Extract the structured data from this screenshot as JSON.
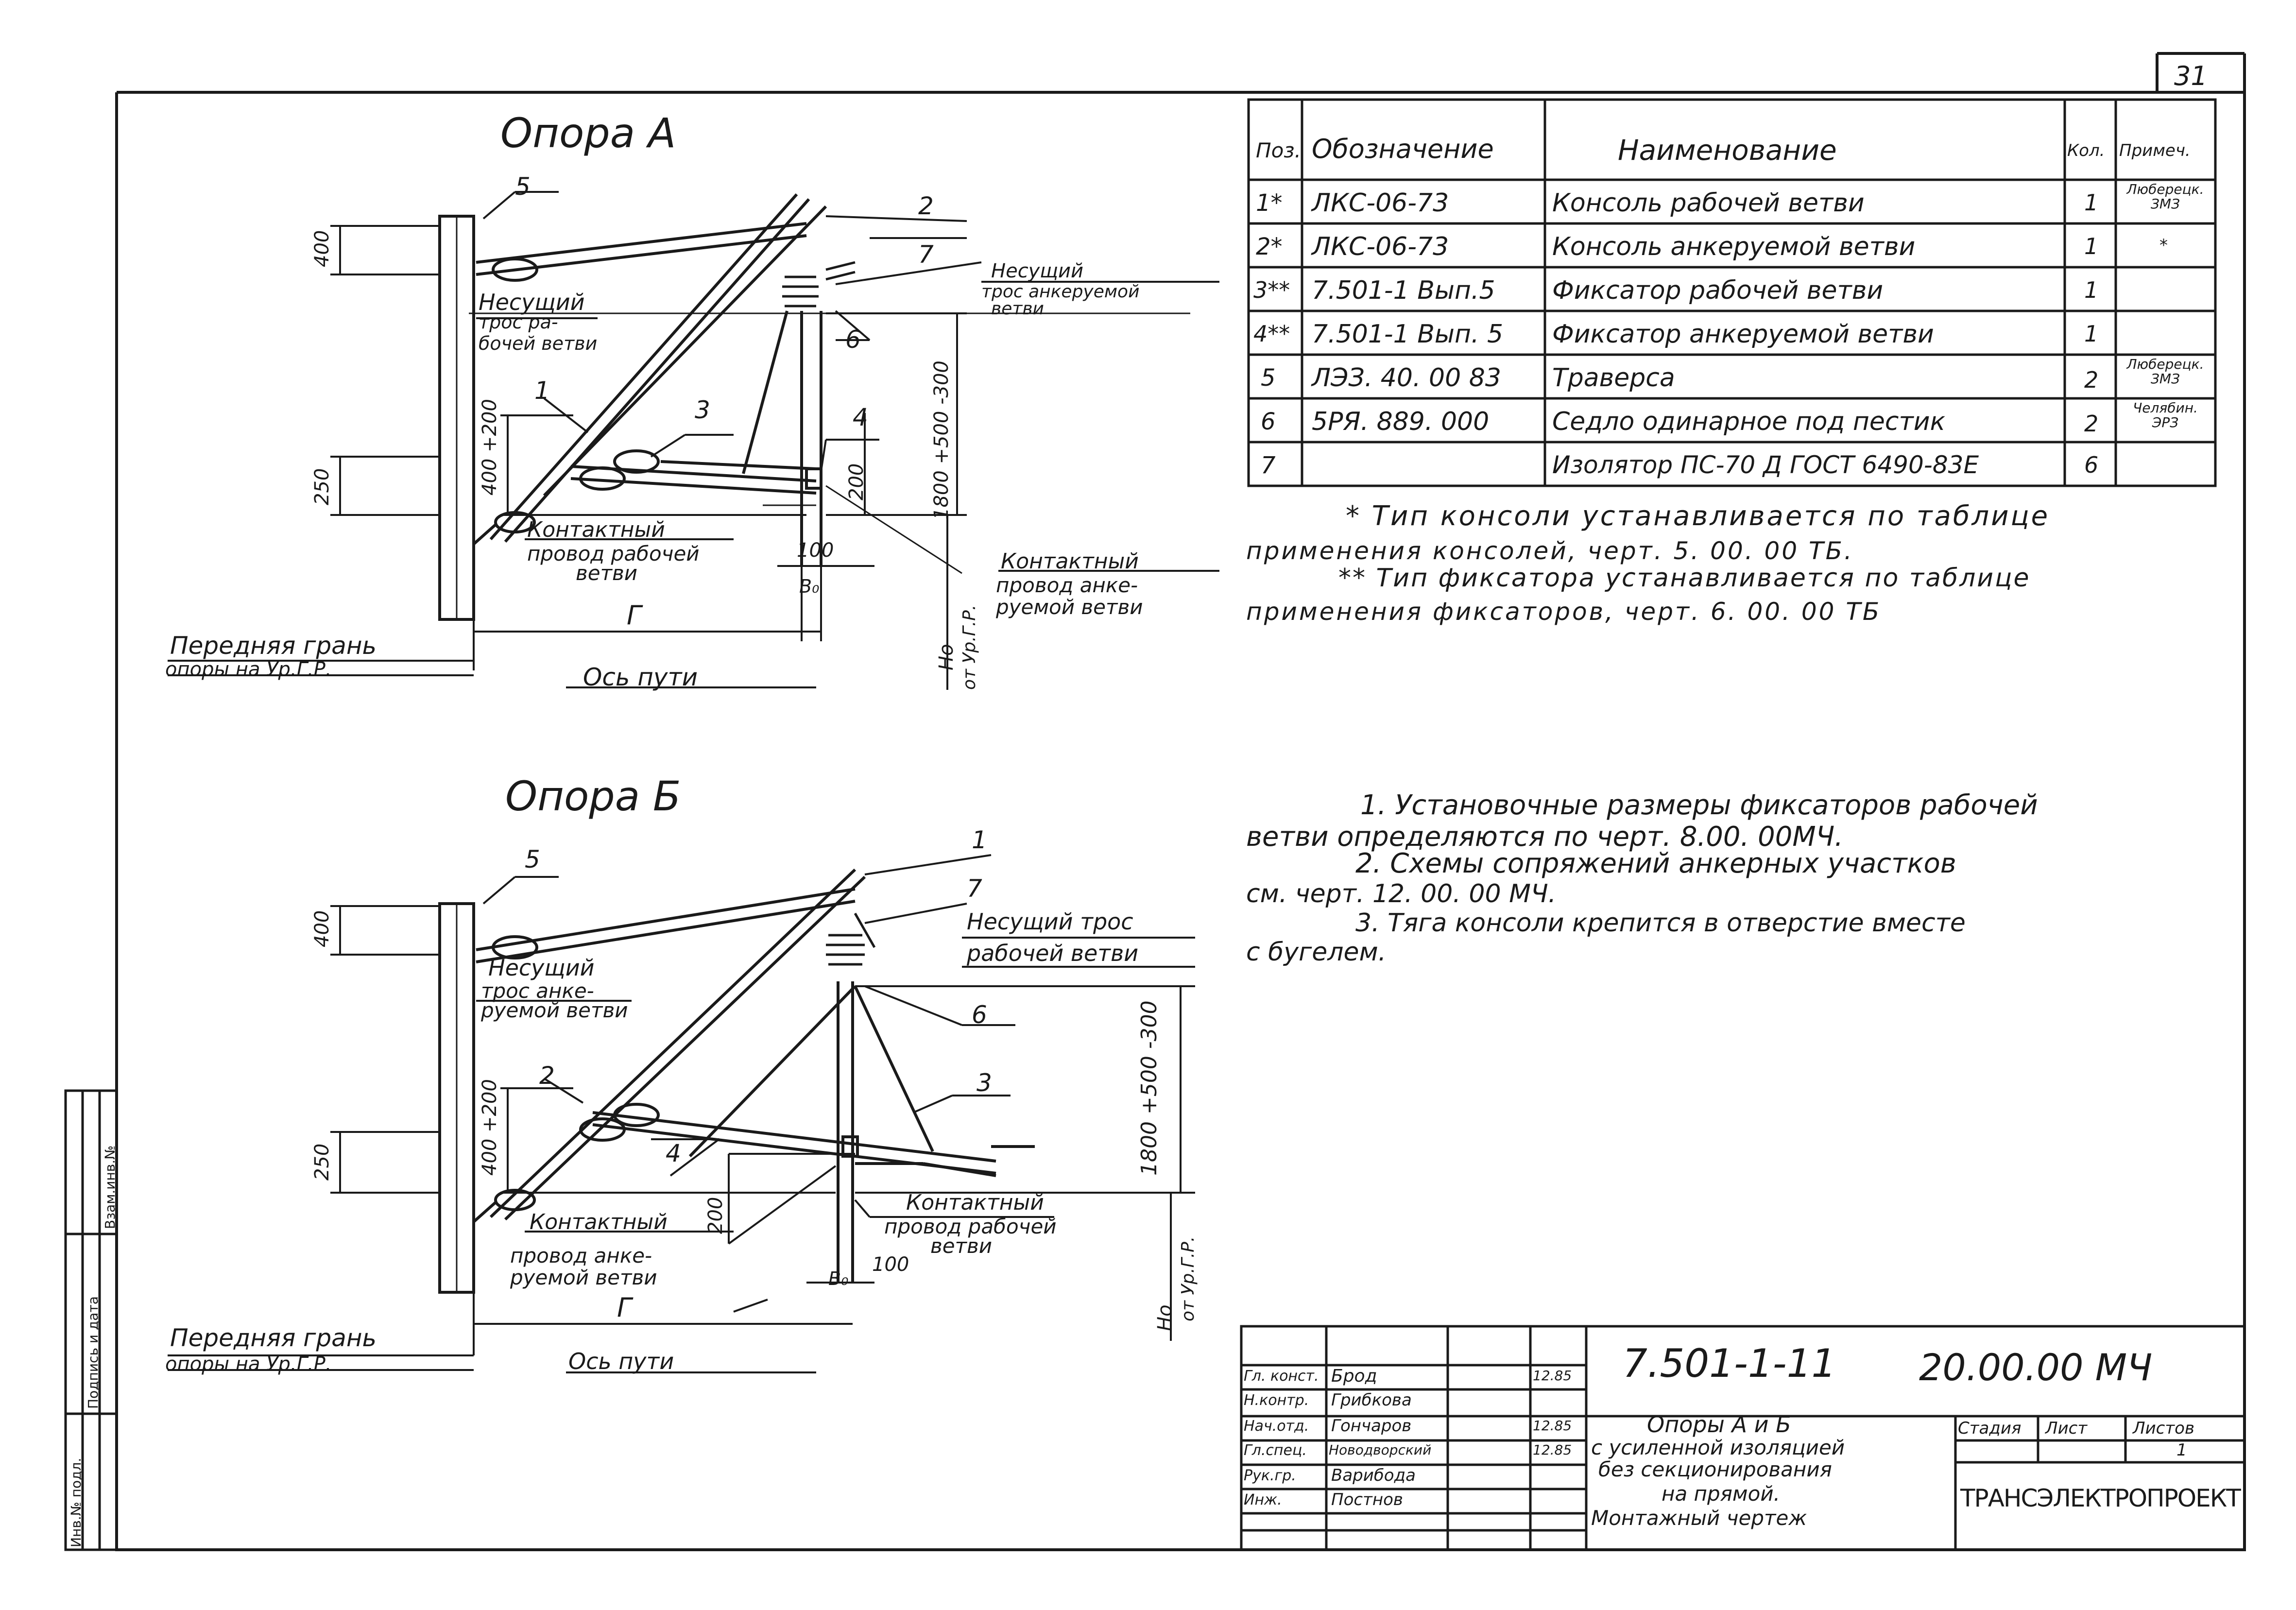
{
  "sheet": {
    "number": "31",
    "title_a": "Опора А",
    "title_b": "Опора Б"
  },
  "spec_table": {
    "headers": {
      "pos": "Поз.",
      "designation": "Обозначение",
      "name": "Наименование",
      "qty": "Кол.",
      "note": "Примеч."
    },
    "rows": [
      {
        "pos": "1*",
        "designation": "ЛКС-06-73",
        "name": "Консоль рабочей ветви",
        "qty": "1",
        "note": "Люберецк. ЗМЗ"
      },
      {
        "pos": "2*",
        "designation": "ЛКС-06-73",
        "name": "Консоль анкеруемой ветви",
        "qty": "1",
        "note": "*"
      },
      {
        "pos": "3**",
        "designation": "7.501-1 Вып.5",
        "name": "Фиксатор рабочей ветви",
        "qty": "1",
        "note": ""
      },
      {
        "pos": "4**",
        "designation": "7.501-1 Вып. 5",
        "name": "Фиксатор анкеруемой ветви",
        "qty": "1",
        "note": ""
      },
      {
        "pos": "5",
        "designation": "ЛЭЗ. 40. 00 83",
        "name": "Траверса",
        "qty": "2",
        "note": "Люберецк. ЗМЗ"
      },
      {
        "pos": "6",
        "designation": "5РЯ. 889. 000",
        "name": "Седло одинарное под пестик",
        "qty": "2",
        "note": "Челябин. ЭРЗ"
      },
      {
        "pos": "7",
        "designation": "",
        "name": "Изолятор ПС-70 Д ГОСТ 6490-83Е",
        "qty": "6",
        "note": ""
      }
    ]
  },
  "footnotes": {
    "fn1_line1": "* Тип консоли устанавливается по таблице",
    "fn1_line2": "применения консолей, черт. 5. 00. 00 ТБ.",
    "fn2_line1": "** Тип фиксатора устанавливается по таблице",
    "fn2_line2": "применения фиксаторов, черт. 6. 00. 00 ТБ"
  },
  "notes": {
    "n1_line1": "1. Установочные размеры фиксаторов рабочей",
    "n1_line2": "ветви определяются по черт. 8.00. 00МЧ.",
    "n2_line1": "2. Схемы сопряжений анкерных участков",
    "n2_line2": "см. черт. 12. 00. 00 МЧ.",
    "n3_line1": "3. Тяга консоли крепится в отверстие вместе",
    "n3_line2": "с бугелем."
  },
  "drawing_a": {
    "dim_400": "400",
    "dim_250": "250",
    "dim_400_200": "400 +200",
    "dim_200": "200",
    "dim_100": "100",
    "dim_1800": "1800 +500 -300",
    "dim_g": "Г",
    "dim_b0": "В₀",
    "dim_ho": "Hо",
    "dim_from": "от Ур.Г.Р.",
    "callout_1": "1",
    "callout_2": "2",
    "callout_3": "3",
    "callout_4": "4",
    "callout_5": "5",
    "callout_6": "6",
    "callout_7": "7",
    "label_carrier_work_1": "Несущий",
    "label_carrier_work_2": "трос ра-",
    "label_carrier_work_3": "бочей ветви",
    "label_carrier_anchor_1": "Несущий",
    "label_carrier_anchor_2": "трос анкеруемой",
    "label_carrier_anchor_3": "ветви",
    "label_contact_work_1": "Контактный",
    "label_contact_work_2": "провод рабочей",
    "label_contact_work_3": "ветви",
    "label_contact_anchor_1": "Контактный",
    "label_contact_anchor_2": "провод анке-",
    "label_contact_anchor_3": "руемой ветви",
    "label_face_1": "Передняя грань",
    "label_face_2": "опоры на Ур.Г.Р.",
    "label_axis": "Ось пути"
  },
  "drawing_b": {
    "dim_400": "400",
    "dim_250": "250",
    "dim_400_200": "400 +200",
    "dim_200": "200",
    "dim_100": "100",
    "dim_1800": "1800 +500 -300",
    "dim_g": "Г",
    "dim_b0": "В₀",
    "dim_ho": "Hо",
    "dim_from": "от Ур.Г.Р.",
    "callout_1": "1",
    "callout_2": "2",
    "callout_3": "3",
    "callout_4": "4",
    "callout_5": "5",
    "callout_6": "6",
    "callout_7": "7",
    "label_carrier_work_1": "Несущий трос",
    "label_carrier_work_2": "рабочей ветви",
    "label_carrier_anchor_1": "Несущий",
    "label_carrier_anchor_2": "трос анке-",
    "label_carrier_anchor_3": "руемой ветви",
    "label_contact_work_1": "Контактный",
    "label_contact_work_2": "провод рабочей",
    "label_contact_work_3": "ветви",
    "label_contact_anchor_1": "Контактный",
    "label_contact_anchor_2": "провод анке-",
    "label_contact_anchor_3": "руемой ветви",
    "label_face_1": "Передняя грань",
    "label_face_2": "опоры на Ур.Г.Р.",
    "label_axis": "Ось пути"
  },
  "title_block": {
    "code": "7.501-1-11",
    "doc": "20.00.00 МЧ",
    "title_1": "Опоры А и Б",
    "title_2": "с усиленной изоляцией",
    "title_3": "без секционирования",
    "title_4": "на прямой.",
    "title_5": "Монтажный чертеж",
    "stage_label": "Стадия",
    "sheet_label": "Лист",
    "sheets_label": "Листов",
    "sheets_value": "1",
    "org": "ТРАНСЭЛЕКТРОПРОЕКТ",
    "people": [
      {
        "role": "Гл. конст.",
        "name": "Брод",
        "date": "12.85"
      },
      {
        "role": "Н.контр.",
        "name": "Грибкова",
        "date": ""
      },
      {
        "role": "Нач.отд.",
        "name": "Гончаров",
        "date": "12.85"
      },
      {
        "role": "Гл.спец.",
        "name": "Новодворский",
        "date": "12.85"
      },
      {
        "role": "Рук.гр.",
        "name": "Варибода",
        "date": ""
      },
      {
        "role": "Инж.",
        "name": "Постнов",
        "date": ""
      }
    ]
  },
  "side_stamp": {
    "col1": "Инв.№ подл.",
    "col2": "Подпись и дата",
    "col3": "Взам.инв.№"
  }
}
